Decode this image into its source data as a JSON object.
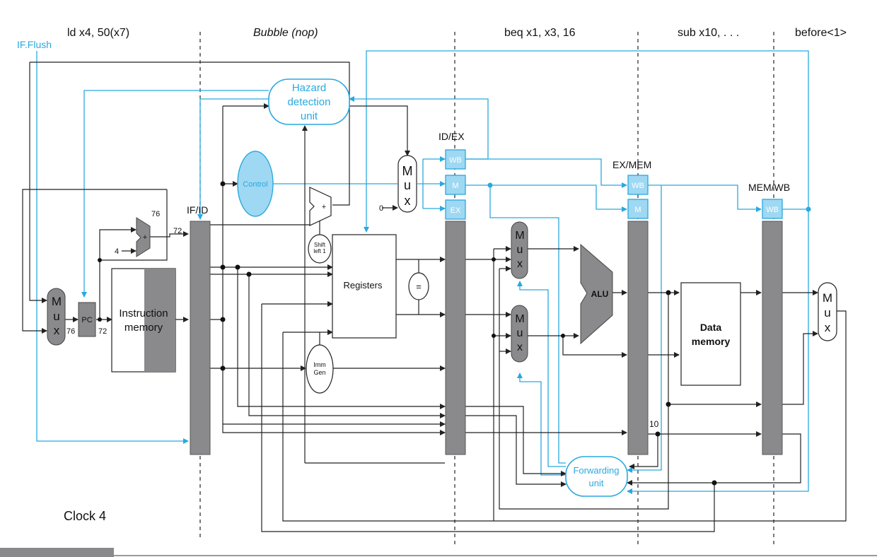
{
  "stage_labels": {
    "if": "ld x4, 50(x7)",
    "id": "Bubble (nop)",
    "ex": "beq x1, x3, 16",
    "mem": "sub x10, . . .",
    "wb": "before<1>"
  },
  "signals": {
    "if_flush": "IF.Flush"
  },
  "units": {
    "hazard": [
      "Hazard",
      "detection",
      "unit"
    ],
    "control": "Control",
    "registers": "Registers",
    "instruction_memory": [
      "Instruction",
      "memory"
    ],
    "data_memory": [
      "Data",
      "memory"
    ],
    "forwarding": [
      "Forwarding",
      "unit"
    ],
    "alu": "ALU",
    "pc": "PC",
    "shift": [
      "Shift",
      "left 1"
    ],
    "imm": [
      "Imm",
      "Gen"
    ],
    "equal": "=",
    "adder": "+"
  },
  "registers_labels": {
    "if_id": "IF/ID",
    "id_ex": "ID/EX",
    "ex_mem": "EX/MEM",
    "mem_wb": "MEM/WB",
    "wb": "WB",
    "m": "M",
    "ex": "EX"
  },
  "mux_letters": [
    "M",
    "u",
    "x"
  ],
  "numbers": {
    "n76a": "76",
    "n72a": "72",
    "n4": "4",
    "n76b": "76",
    "n72b": "72",
    "n0": "0",
    "n10": "10"
  },
  "clock": "Clock 4",
  "colors": {
    "accent": "#29a9df",
    "register_fill": "#8a8a8c",
    "control_fill": "#9fd8f2"
  }
}
